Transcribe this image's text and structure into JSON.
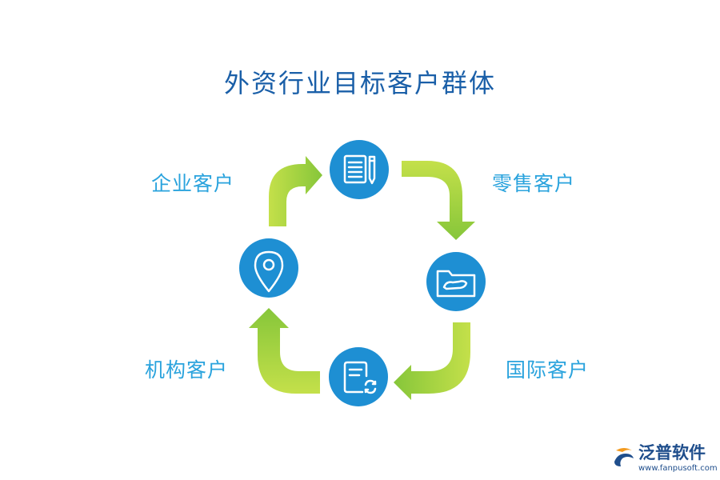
{
  "title": "外资行业目标客户群体",
  "nodes": [
    {
      "label": "企业客户",
      "icon": "document-pencil-icon"
    },
    {
      "label": "零售客户",
      "icon": "folder-shoe-icon"
    },
    {
      "label": "国际客户",
      "icon": "document-refresh-icon"
    },
    {
      "label": "机构客户",
      "icon": "location-pin-icon"
    }
  ],
  "colors": {
    "title": "#1a5fa8",
    "label": "#2aa3dd",
    "circle": "#1e8fd3",
    "arrow_light": "#c4e04a",
    "arrow_dark": "#86c63a",
    "logo_text": "#1f4e8c",
    "logo_orange": "#f39a1e"
  },
  "logo": {
    "name": "泛普软件",
    "url": "www.fanpusoft.com"
  }
}
